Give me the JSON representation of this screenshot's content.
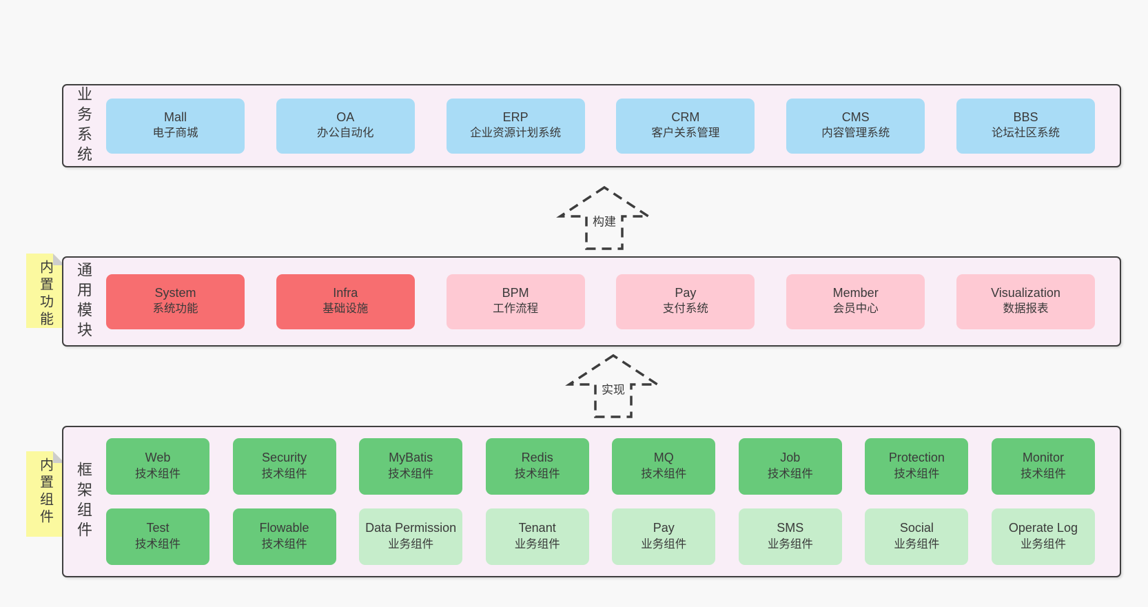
{
  "colors": {
    "page_bg": "#f8f8f8",
    "panel_bg": "#f9eef7",
    "panel_border": "#3f3f3f",
    "blue": "#a9dcf6",
    "red": "#f76e70",
    "pink": "#fec9d3",
    "green": "#68ca7a",
    "light_green": "#c6edcb",
    "sticky_yellow": "#fbf99f",
    "text": "#3a3a3a"
  },
  "arrows": [
    {
      "label": "构建"
    },
    {
      "label": "实现"
    }
  ],
  "sections": [
    {
      "label": "业务系统",
      "boxes": [
        {
          "title": "Mall",
          "subtitle": "电子商城"
        },
        {
          "title": "OA",
          "subtitle": "办公自动化"
        },
        {
          "title": "ERP",
          "subtitle": "企业资源计划系统"
        },
        {
          "title": "CRM",
          "subtitle": "客户关系管理"
        },
        {
          "title": "CMS",
          "subtitle": "内容管理系统"
        },
        {
          "title": "BBS",
          "subtitle": "论坛社区系统"
        }
      ]
    },
    {
      "label": "通用模块",
      "sticky": "内置功能",
      "boxes": [
        {
          "title": "System",
          "subtitle": "系统功能"
        },
        {
          "title": "Infra",
          "subtitle": "基础设施"
        },
        {
          "title": "BPM",
          "subtitle": "工作流程"
        },
        {
          "title": "Pay",
          "subtitle": "支付系统"
        },
        {
          "title": "Member",
          "subtitle": "会员中心"
        },
        {
          "title": "Visualization",
          "subtitle": "数据报表"
        }
      ]
    },
    {
      "label": "框架组件",
      "sticky": "内置组件",
      "row1": [
        {
          "title": "Web",
          "subtitle": "技术组件"
        },
        {
          "title": "Security",
          "subtitle": "技术组件"
        },
        {
          "title": "MyBatis",
          "subtitle": "技术组件"
        },
        {
          "title": "Redis",
          "subtitle": "技术组件"
        },
        {
          "title": "MQ",
          "subtitle": "技术组件"
        },
        {
          "title": "Job",
          "subtitle": "技术组件"
        },
        {
          "title": "Protection",
          "subtitle": "技术组件"
        },
        {
          "title": "Monitor",
          "subtitle": "技术组件"
        }
      ],
      "row2": [
        {
          "title": "Test",
          "subtitle": "技术组件"
        },
        {
          "title": "Flowable",
          "subtitle": "技术组件"
        },
        {
          "title": "Data Permission",
          "subtitle": "业务组件"
        },
        {
          "title": "Tenant",
          "subtitle": "业务组件"
        },
        {
          "title": "Pay",
          "subtitle": "业务组件"
        },
        {
          "title": "SMS",
          "subtitle": "业务组件"
        },
        {
          "title": "Social",
          "subtitle": "业务组件"
        },
        {
          "title": "Operate Log",
          "subtitle": "业务组件"
        }
      ]
    }
  ]
}
